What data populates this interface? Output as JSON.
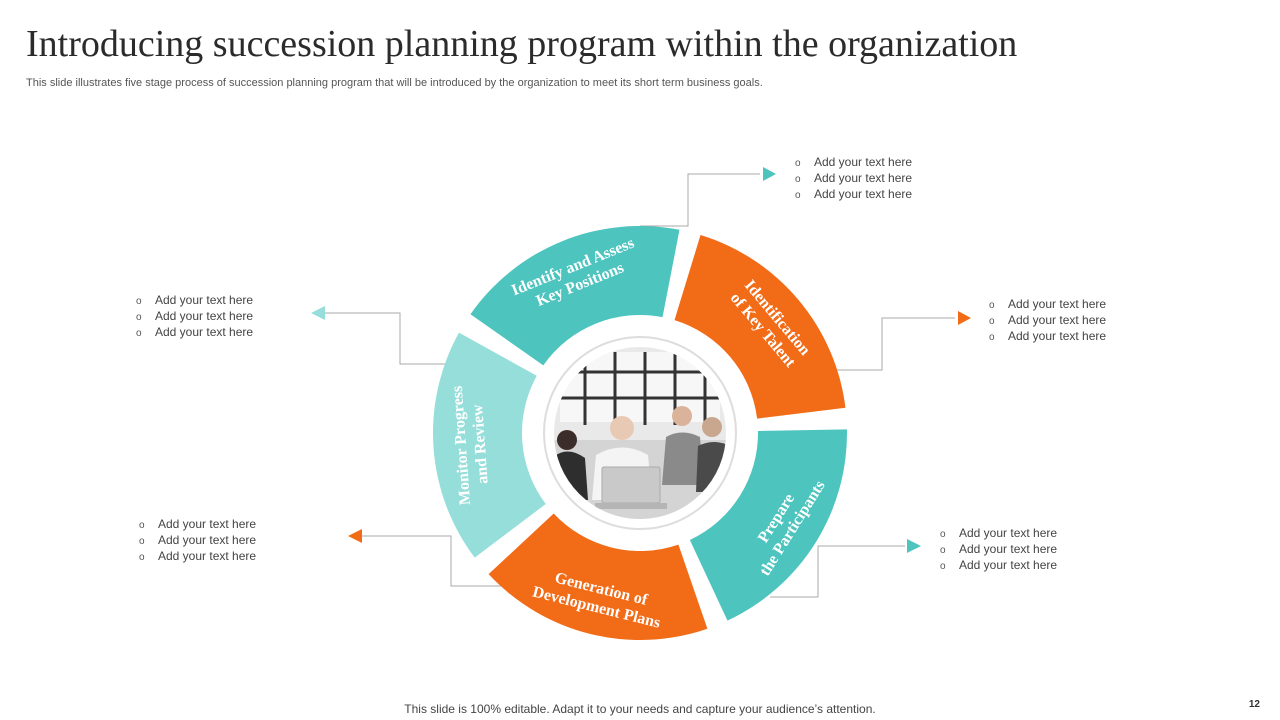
{
  "title": "Introducing succession planning program within the organization",
  "subtitle": "This slide illustrates five stage process of succession planning program that will be introduced by the organization to meet its short term business goals.",
  "footer": "This slide is 100% editable. Adapt it to your needs and capture your audience’s attention.",
  "page_number": "12",
  "colors": {
    "teal": "#4ec4bf",
    "light_teal": "#96deda",
    "orange": "#f26b16",
    "connector": "#aaaaaa"
  },
  "stages": [
    {
      "id": "identify",
      "label_lines": [
        "Identify and Assess",
        "Key Positions"
      ],
      "color": "#4ec4bf",
      "bullets": [
        "Add your text here",
        "Add your text here",
        "Add your text here"
      ]
    },
    {
      "id": "talent",
      "label_lines": [
        "Identification",
        "of Key Talent"
      ],
      "color": "#f26b16",
      "bullets": [
        "Add your text here",
        "Add your text here",
        "Add your text here"
      ]
    },
    {
      "id": "prepare",
      "label_lines": [
        "Prepare",
        "the Participants"
      ],
      "color": "#4ec4bf",
      "bullets": [
        "Add your text here",
        "Add your text here",
        "Add your text here"
      ]
    },
    {
      "id": "development",
      "label_lines": [
        "Generation of",
        "Development Plans"
      ],
      "color": "#f26b16",
      "bullets": [
        "Add your text here",
        "Add your text here",
        "Add your text here"
      ]
    },
    {
      "id": "monitor",
      "label_lines": [
        "Monitor Progress",
        "and Review"
      ],
      "color": "#96deda",
      "bullets": [
        "Add your text here",
        "Add your text here",
        "Add your text here"
      ]
    }
  ]
}
